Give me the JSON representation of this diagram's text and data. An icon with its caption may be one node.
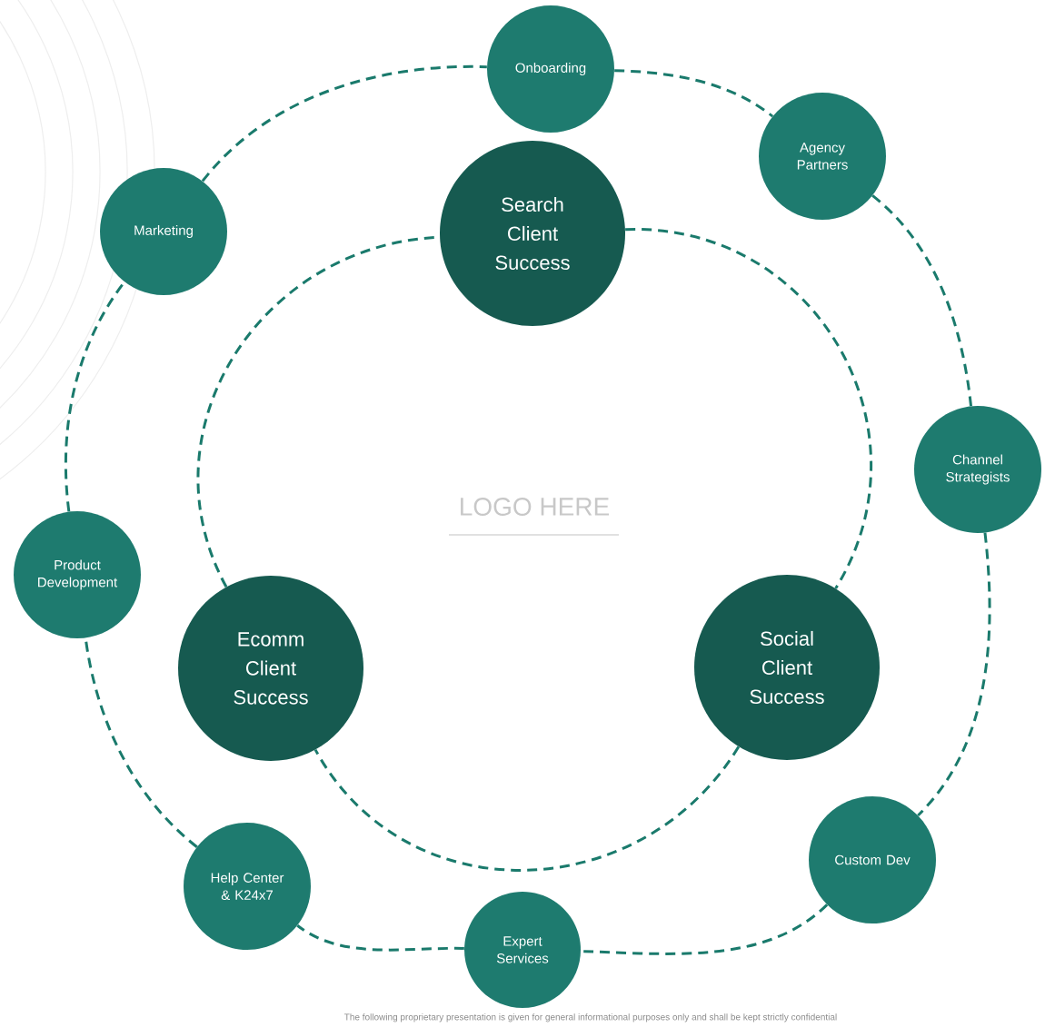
{
  "diagram": {
    "nodes": [
      {
        "text": [
          "Onboarding"
        ]
      },
      {
        "text": [
          "Agency Partners"
        ]
      },
      {
        "text": [
          "Channel Strategists"
        ]
      },
      {
        "text": [
          "Custom Dev"
        ]
      },
      {
        "text": [
          "Expert Services"
        ]
      },
      {
        "text": [
          "Help Center & K24x7"
        ]
      },
      {
        "text": [
          "Product Development"
        ]
      },
      {
        "text": [
          "Marketing"
        ]
      },
      {
        "text": [
          "Search Client Success"
        ]
      },
      {
        "text": [
          "Social Client Success"
        ]
      },
      {
        "text": [
          "Ecomm Client Success"
        ]
      }
    ],
    "edges": [
      {
        "from": 0,
        "to": 1,
        "arrow": "none",
        "style": "dashed"
      },
      {
        "from": 1,
        "to": 2,
        "arrow": "none",
        "style": "dashed"
      },
      {
        "from": 2,
        "to": 3,
        "arrow": "none",
        "style": "dashed"
      },
      {
        "from": 3,
        "to": 4,
        "arrow": "none",
        "style": "dashed"
      },
      {
        "from": 4,
        "to": 5,
        "arrow": "none",
        "style": "dashed"
      },
      {
        "from": 5,
        "to": 6,
        "arrow": "none",
        "style": "dashed"
      },
      {
        "from": 6,
        "to": 7,
        "arrow": "none",
        "style": "dashed"
      },
      {
        "from": 7,
        "to": 0,
        "arrow": "none",
        "style": "dashed"
      },
      {
        "from": 8,
        "to": 9,
        "arrow": "none",
        "style": "dashed"
      },
      {
        "from": 9,
        "to": 10,
        "arrow": "none",
        "style": "dashed"
      },
      {
        "from": 10,
        "to": 8,
        "arrow": "none",
        "style": "dashed"
      }
    ],
    "labels": [
      "LOGO HERE",
      "The following proprietary presentation is given for general informational purposes only and shall be kept strictly confidential"
    ]
  }
}
